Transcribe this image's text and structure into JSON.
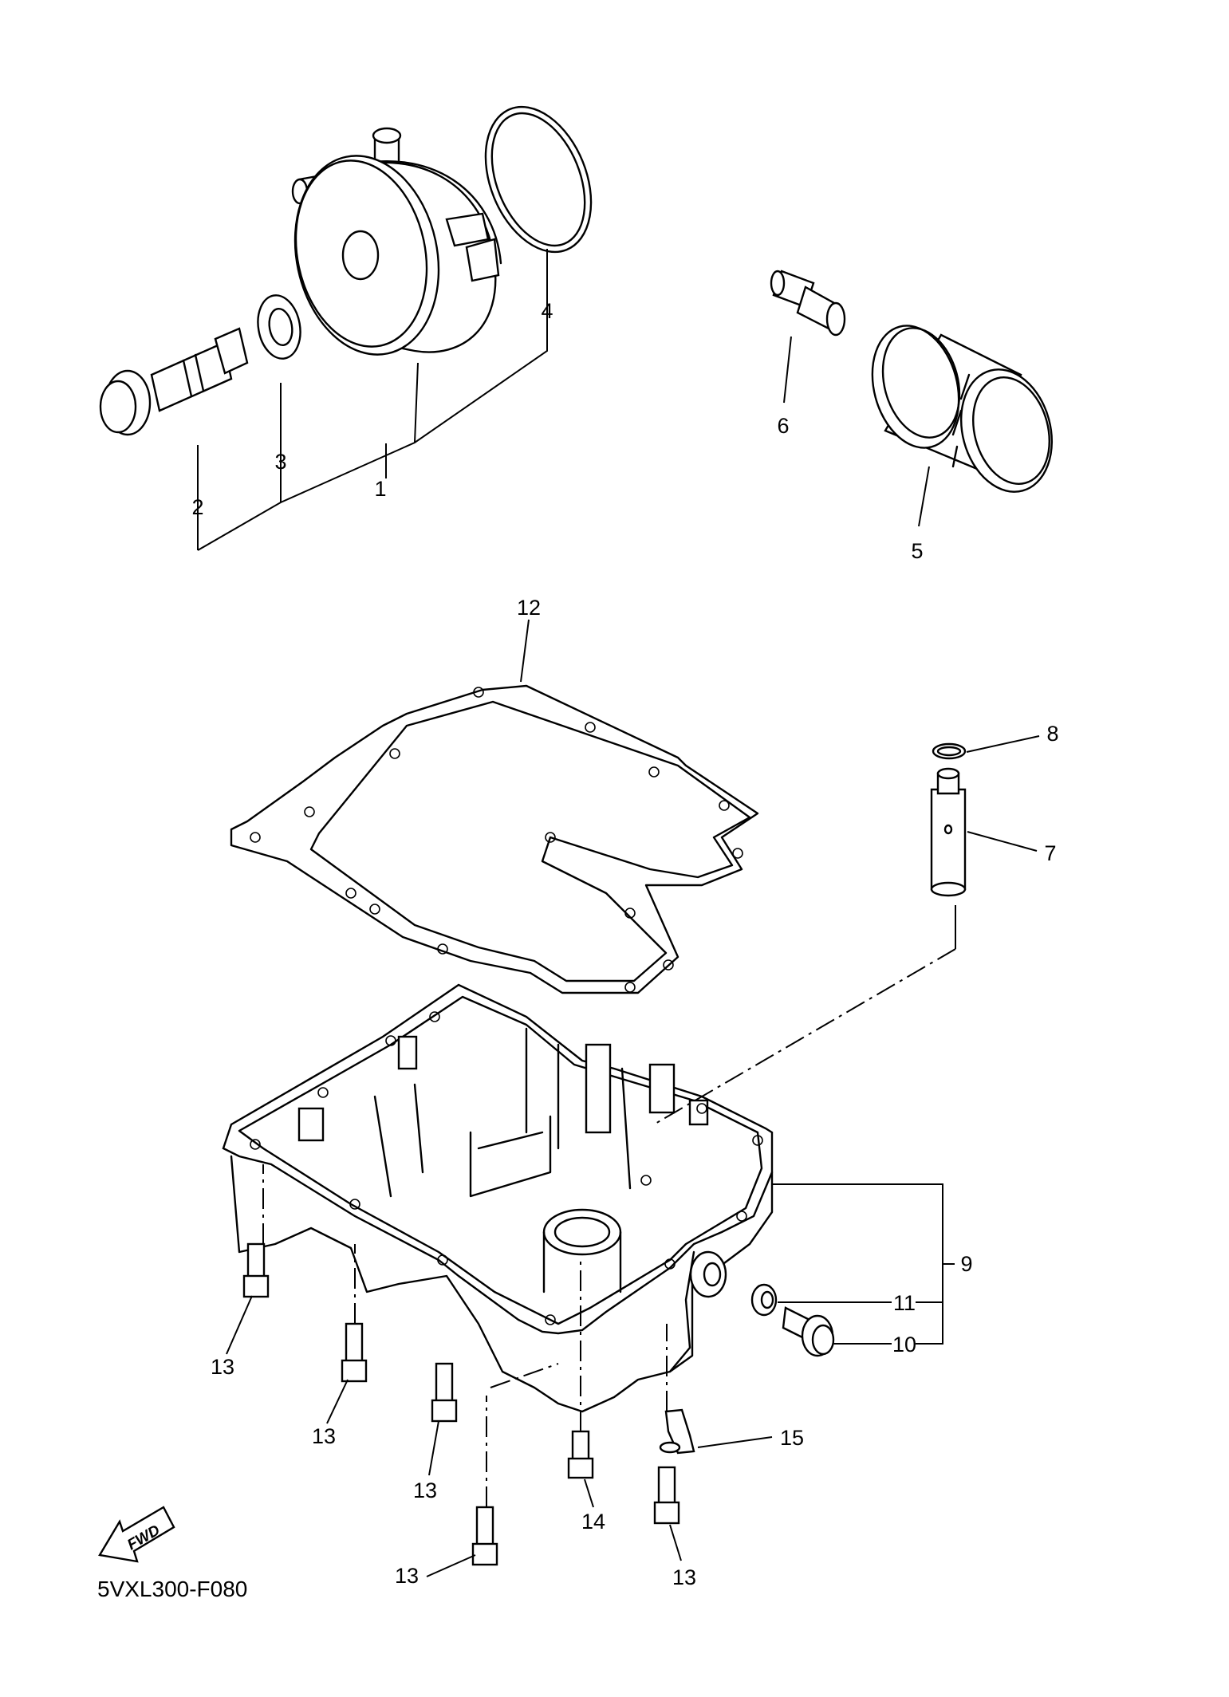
{
  "callouts": {
    "c1": "1",
    "c2": "2",
    "c3": "3",
    "c4": "4",
    "c5": "5",
    "c6": "6",
    "c7": "7",
    "c8": "8",
    "c9": "9",
    "c10": "10",
    "c11": "11",
    "c12": "12",
    "c13": "13",
    "c14": "14",
    "c15": "15"
  },
  "fwd_label": "FWD",
  "diagram_code": "5VXL300-F080"
}
